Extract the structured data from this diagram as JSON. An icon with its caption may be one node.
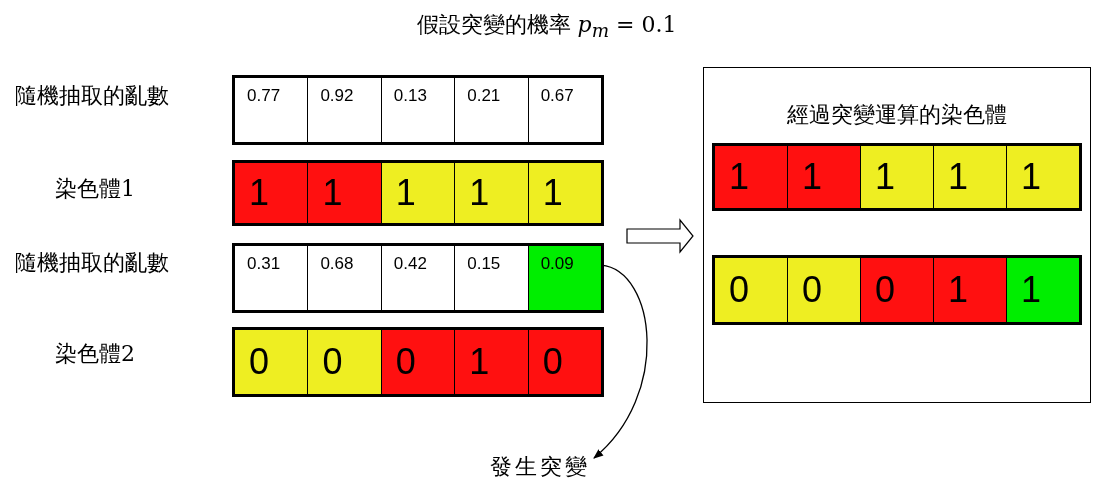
{
  "diagram": {
    "title": "假設突變的機率 *p*$_{m}$ = 0.1",
    "nodes": [
      {
        "text": [],
        "shape": "box"
      },
      {
        "text": [
          "0.77"
        ],
        "in": 0
      },
      {
        "text": [
          "0.92"
        ],
        "in": 0
      },
      {
        "text": [
          "0.13"
        ],
        "in": 0
      },
      {
        "text": [
          "0.21"
        ],
        "in": 0
      },
      {
        "text": [
          "0.67"
        ],
        "in": 0
      },
      {
        "text": [],
        "shape": "box"
      },
      {
        "text": [
          "1"
        ],
        "in": 6
      },
      {
        "text": [
          "1"
        ],
        "in": 6
      },
      {
        "text": [
          "1"
        ],
        "in": 6
      },
      {
        "text": [
          "1"
        ],
        "in": 6
      },
      {
        "text": [
          "1"
        ],
        "in": 6
      },
      {
        "text": [],
        "shape": "box"
      },
      {
        "text": [
          "0.31"
        ],
        "in": 12
      },
      {
        "text": [
          "0.68"
        ],
        "in": 12
      },
      {
        "text": [
          "0.42"
        ],
        "in": 12
      },
      {
        "text": [
          "0.15"
        ],
        "in": 12
      },
      {
        "text": [
          "0.09"
        ],
        "in": 12
      },
      {
        "text": [],
        "shape": "box"
      },
      {
        "text": [
          "0"
        ],
        "in": 18
      },
      {
        "text": [
          "0"
        ],
        "in": 18
      },
      {
        "text": [
          "0"
        ],
        "in": 18
      },
      {
        "text": [
          "1"
        ],
        "in": 18
      },
      {
        "text": [
          "0"
        ],
        "in": 18
      },
      {
        "text": [
          "經過突變運算的染色體"
        ]
      },
      {
        "text": [],
        "shape": "box",
        "in": 24
      },
      {
        "text": [
          "1"
        ],
        "in": 25
      },
      {
        "text": [
          "1"
        ],
        "in": 25
      },
      {
        "text": [
          "1"
        ],
        "in": 25
      },
      {
        "text": [
          "1"
        ],
        "in": 25
      },
      {
        "text": [
          "1"
        ],
        "in": 25
      },
      {
        "text": [],
        "shape": "box",
        "in": 24
      },
      {
        "text": [
          "0"
        ],
        "in": 31
      },
      {
        "text": [
          "0"
        ],
        "in": 31
      },
      {
        "text": [
          "0"
        ],
        "in": 31
      },
      {
        "text": [
          "1"
        ],
        "in": 31
      },
      {
        "text": [
          "1"
        ],
        "in": 31
      },
      {
        "text": [
          "發生突變"
        ]
      }
    ],
    "edges": [
      {
        "from": 17,
        "to": 37,
        "arrow": "to"
      },
      {
        "from": null,
        "to": 24,
        "arrow": "to"
      }
    ],
    "labels": [
      "隨機抽取的亂數",
      "染色體1",
      "隨機抽取的亂數",
      "染色體2"
    ]
  }
}
